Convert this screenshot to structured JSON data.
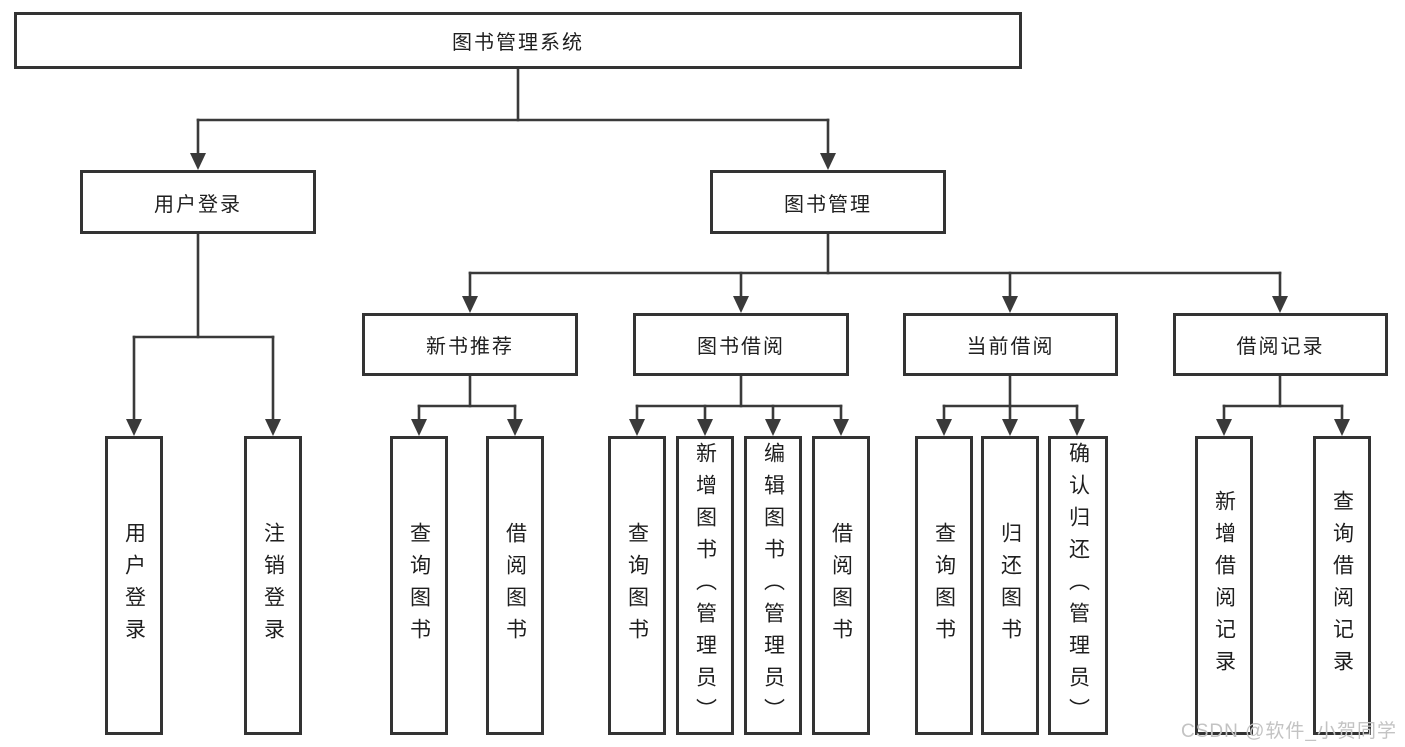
{
  "diagram": {
    "nodes": {
      "root": {
        "label": "图书管理系统"
      },
      "user_login": {
        "label": "用户登录"
      },
      "book_management": {
        "label": "图书管理"
      },
      "new_book_recommend": {
        "label": "新书推荐"
      },
      "book_borrowing": {
        "label": "图书借阅"
      },
      "current_borrowing": {
        "label": "当前借阅"
      },
      "borrowing_records": {
        "label": "借阅记录"
      },
      "leaf_user_login": {
        "label": "用户登录"
      },
      "leaf_logout": {
        "label": "注销登录"
      },
      "leaf_nb_query_books": {
        "label": "查询图书"
      },
      "leaf_nb_borrow_books": {
        "label": "借阅图书"
      },
      "leaf_bb_query_books": {
        "label": "查询图书"
      },
      "leaf_bb_add_books_admin": {
        "label": "新增图书（管理员）"
      },
      "leaf_bb_edit_books_admin": {
        "label": "编辑图书（管理员）"
      },
      "leaf_bb_borrow_books": {
        "label": "借阅图书"
      },
      "leaf_cb_query_books": {
        "label": "查询图书"
      },
      "leaf_cb_return_books": {
        "label": "归还图书"
      },
      "leaf_cb_confirm_return_admin": {
        "label": "确认归还（管理员）"
      },
      "leaf_br_add_record": {
        "label": "新增借阅记录"
      },
      "leaf_br_query_record": {
        "label": "查询借阅记录"
      }
    }
  },
  "watermark": {
    "text": "CSDN @软件_小贺同学"
  },
  "colors": {
    "line": "#3a3a3a",
    "box_border": "#333333",
    "text": "#1f1f1f",
    "watermark": "#c3c3c3",
    "background": "#ffffff"
  }
}
